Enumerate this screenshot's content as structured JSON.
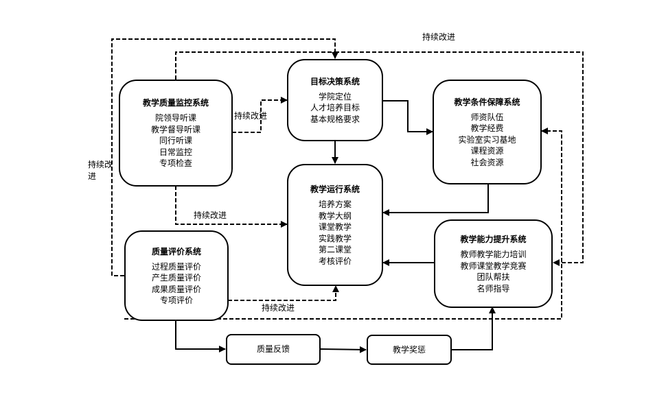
{
  "systems": {
    "monitor": {
      "title": "教学质量监控系统",
      "items": [
        "院领导听课",
        "教学督导听课",
        "同行听课",
        "日常监控",
        "专项检查"
      ]
    },
    "decision": {
      "title": "目标决策系统",
      "items": [
        "学院定位",
        "人才培养目标",
        "基本规格要求"
      ]
    },
    "support": {
      "title": "教学条件保障系统",
      "items": [
        "师资队伍",
        "教学经费",
        "实验室实习基地",
        "课程资源",
        "社会资源"
      ]
    },
    "operation": {
      "title": "教学运行系统",
      "items": [
        "培养方案",
        "教学大纲",
        "课堂教学",
        "实践教学",
        "第二课堂",
        "考核评价"
      ]
    },
    "evaluation": {
      "title": "质量评价系统",
      "items": [
        "过程质量评价",
        "产生质量评价",
        "成果质量评价",
        "专项评价"
      ]
    },
    "ability": {
      "title": "教学能力提升系统",
      "items": [
        "教师教学能力培训",
        "教师课堂教学竞赛",
        "团队帮扶",
        "名师指导"
      ]
    },
    "feedback": {
      "label": "质量反馈"
    },
    "reward": {
      "label": "教学奖惩"
    }
  },
  "edge_labels": {
    "top_right": "持续改进",
    "monitor_to_decision": "持续改进",
    "left_vertical_line1": "持续改",
    "left_vertical_line2": "进",
    "monitor_to_operation": "持续改进",
    "evaluation_to_operation": "持续改进"
  }
}
